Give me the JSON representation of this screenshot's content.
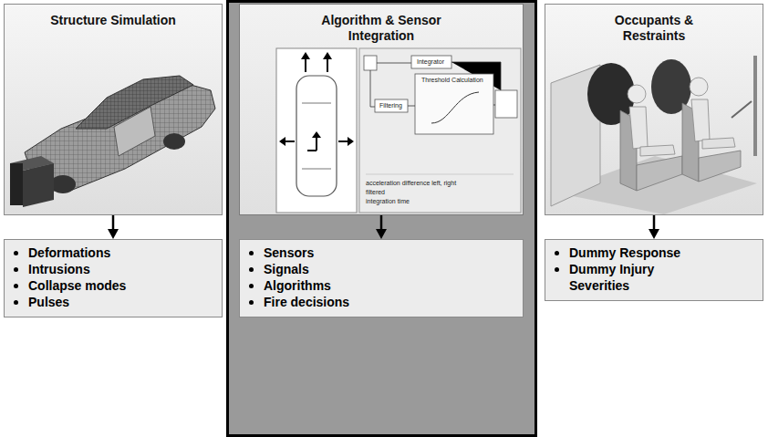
{
  "diagram": {
    "nodes": [
      {
        "text": [
          "Structure Simulation"
        ]
      },
      {
        "text": [
          "Algorithm & Sensor Integration"
        ]
      },
      {
        "text": [
          "Occupants & Restraints"
        ]
      },
      {
        "text": [
          "Deformations",
          "Intrusions",
          "Collapse modes",
          "Pulses"
        ]
      },
      {
        "text": [
          "Sensors",
          "Signals",
          "Algorithms",
          "Fire decisions"
        ]
      },
      {
        "text": [
          "Dummy Response",
          "Dummy Injury Severities"
        ]
      }
    ],
    "edges": [
      {
        "from": 0,
        "to": 3,
        "arrow": "to"
      },
      {
        "from": 1,
        "to": 4,
        "arrow": "to"
      },
      {
        "from": 2,
        "to": 5,
        "arrow": "to"
      }
    ],
    "labels": [
      "Integrator",
      "Threshold Calculation",
      "Filtering",
      "acceleration difference left, right",
      "filtered",
      "integration time"
    ]
  }
}
